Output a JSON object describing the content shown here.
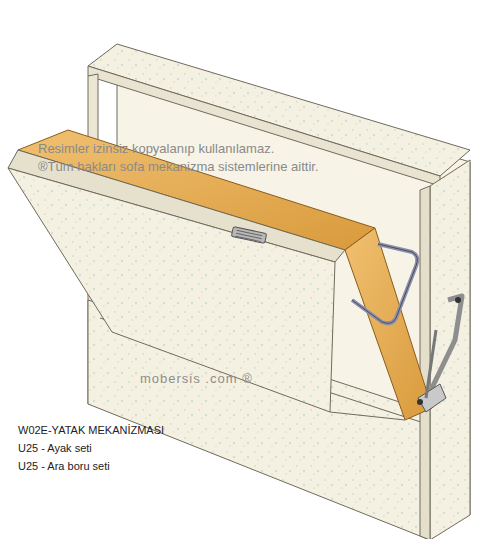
{
  "diagram": {
    "labels": [
      "Resimler izinsiz kopyalanıp kullanılamaz.",
      "®Tüm hakları sofa mekanizma sistemlerine aittir.",
      "mobersis .com ®",
      "W02E-YATAK MEKANİZMASI",
      "U25 - Ayak seti",
      "U25 - Ara boru seti"
    ]
  }
}
